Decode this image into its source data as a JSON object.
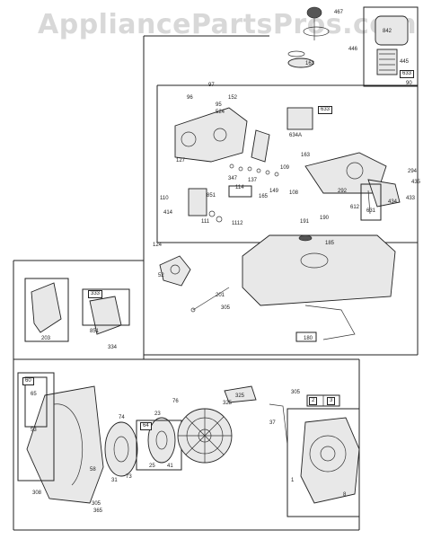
{
  "watermark": "AppliancePartsPros.com",
  "labels": {
    "l1": "467",
    "l2": "842",
    "l3": "445",
    "l4": "446",
    "l5": "163",
    "l6": "633",
    "l7": "90",
    "l8": "97",
    "l9": "96",
    "l10": "95",
    "l11": "152",
    "l12": "524",
    "l13": "633",
    "l14": "634A",
    "l15": "127",
    "l16": "347",
    "l17": "137",
    "l18": "149",
    "l19": "108",
    "l20": "163",
    "l21": "294",
    "l22": "114",
    "l23": "109",
    "l24": "165",
    "l25": "292",
    "l26": "612",
    "l27": "435",
    "l28": "433",
    "l29": "434",
    "l30": "851",
    "l31": "110",
    "l32": "414",
    "l33": "111",
    "l34": "1112",
    "l35": "631",
    "l36": "191",
    "l37": "190",
    "l38": "185",
    "l39": "124",
    "l40": "52",
    "l41": "201",
    "l42": "305",
    "l43": "180",
    "l44": "203",
    "l45": "333",
    "l46": "851",
    "l47": "334",
    "l48": "60",
    "l49": "65",
    "l50": "53",
    "l51": "74",
    "l52": "76",
    "l53": "64",
    "l54": "23",
    "l55": "58",
    "l56": "31",
    "l57": "73",
    "l58": "25",
    "l59": "41",
    "l60": "305",
    "l61": "325",
    "l62": "305",
    "l63": "37",
    "l64": "2",
    "l65": "3",
    "l66": "1",
    "l67": "308",
    "l68": "8",
    "l69": "365",
    "l70": "325"
  }
}
